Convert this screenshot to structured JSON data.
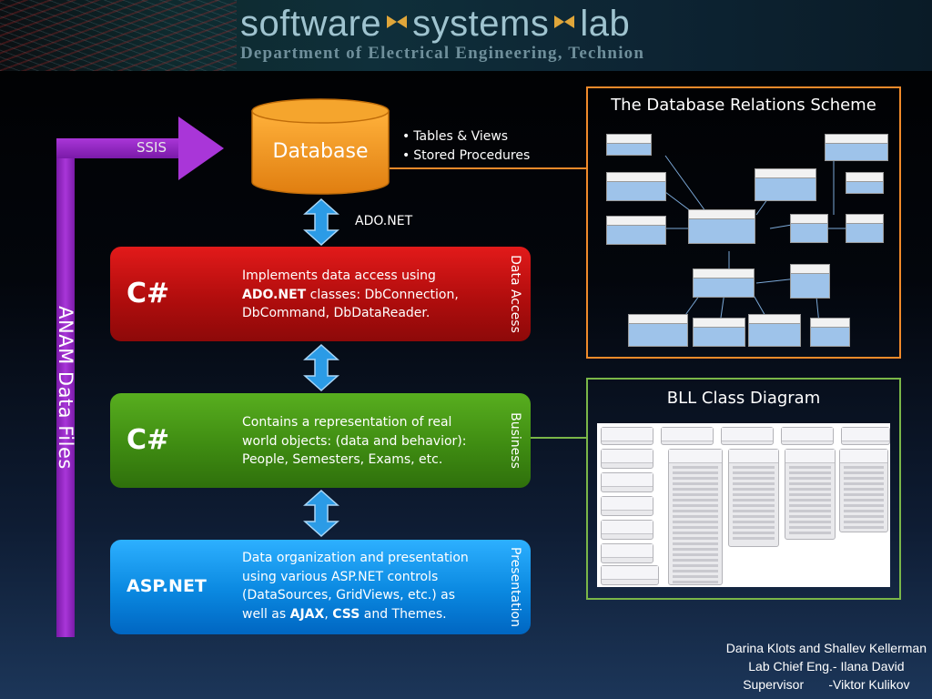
{
  "header": {
    "brand_part1": "software",
    "brand_part2": "systems",
    "brand_part3": "lab",
    "department": "Department of Electrical Engineering, Technion"
  },
  "left_flow": {
    "anam_label": "ANAM Data Files",
    "ssis_label": "SSIS"
  },
  "database": {
    "label": "Database",
    "bullets": [
      "Tables &  Views",
      "Stored Procedures"
    ],
    "connector_label": "ADO.NET"
  },
  "layers": [
    {
      "lang": "C#",
      "side": "Data Access",
      "desc_before": "Implements data access using ",
      "desc_strong": "ADO.NET",
      "desc_after": " classes: DbConnection, DbCommand, DbDataReader."
    },
    {
      "lang": "C#",
      "side": "Business",
      "desc": "Contains a representation of real world objects: (data and behavior):  People, Semesters, Exams, etc."
    },
    {
      "lang": "ASP.NET",
      "side": "Presentation",
      "desc_before": "Data organization and presentation using various ASP.NET controls (DataSources, GridViews, etc.) as well as ",
      "desc_strong1": "AJAX",
      "desc_mid": ", ",
      "desc_strong2": "CSS",
      "desc_after": " and Themes."
    }
  ],
  "panels": {
    "db_scheme_title": "The Database Relations Scheme",
    "bll_title": "BLL Class Diagram"
  },
  "credits": {
    "line1": "Darina Klots and Shallev Kellerman",
    "line2": "Lab Chief Eng.- Ilana David",
    "line3": "Supervisor       -Viktor Kulikov"
  },
  "colors": {
    "anam_purple": "#a936d8",
    "database_orange": "#f39a1e",
    "data_access_red": "#c81010",
    "business_green": "#46971a",
    "presentation_blue": "#1590ec",
    "arrow_blue": "#2b9be6",
    "db_panel_border": "#f08a2a",
    "bll_panel_border": "#7ab648"
  }
}
